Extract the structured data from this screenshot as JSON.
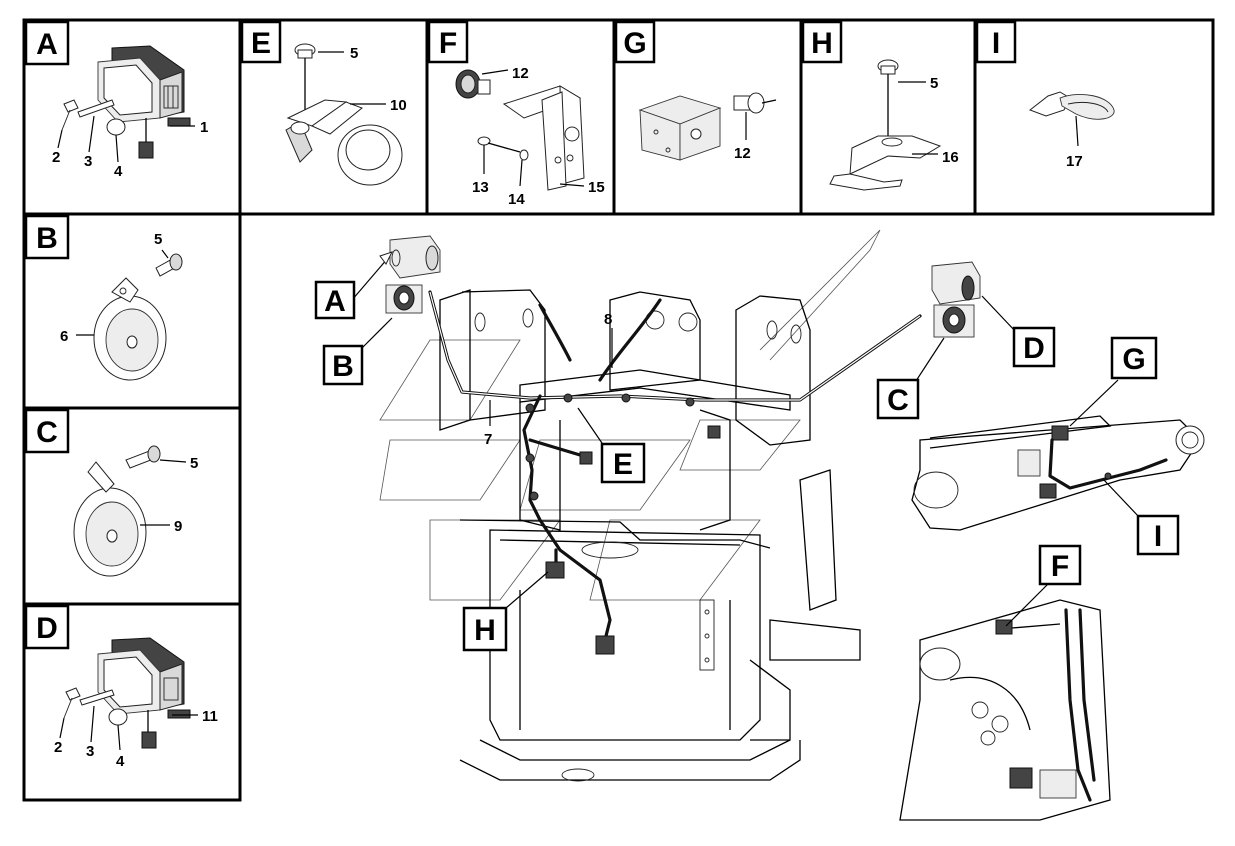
{
  "panels": {
    "A": {
      "letter": "A",
      "callouts": [
        "1",
        "2",
        "3",
        "4"
      ]
    },
    "B": {
      "letter": "B",
      "callouts": [
        "5",
        "6"
      ]
    },
    "C": {
      "letter": "C",
      "callouts": [
        "5",
        "9"
      ]
    },
    "D": {
      "letter": "D",
      "callouts": [
        "11",
        "2",
        "3",
        "4"
      ]
    },
    "E": {
      "letter": "E",
      "callouts": [
        "5",
        "10"
      ]
    },
    "F": {
      "letter": "F",
      "callouts": [
        "12",
        "13",
        "14",
        "15"
      ]
    },
    "G": {
      "letter": "G",
      "callouts": [
        "12"
      ]
    },
    "H": {
      "letter": "H",
      "callouts": [
        "5",
        "16"
      ]
    },
    "I": {
      "letter": "I",
      "callouts": [
        "17"
      ]
    }
  },
  "main": {
    "tags": [
      "A",
      "B",
      "C",
      "D",
      "E",
      "F",
      "G",
      "H",
      "I"
    ],
    "harness_callouts": [
      "7",
      "8"
    ]
  }
}
